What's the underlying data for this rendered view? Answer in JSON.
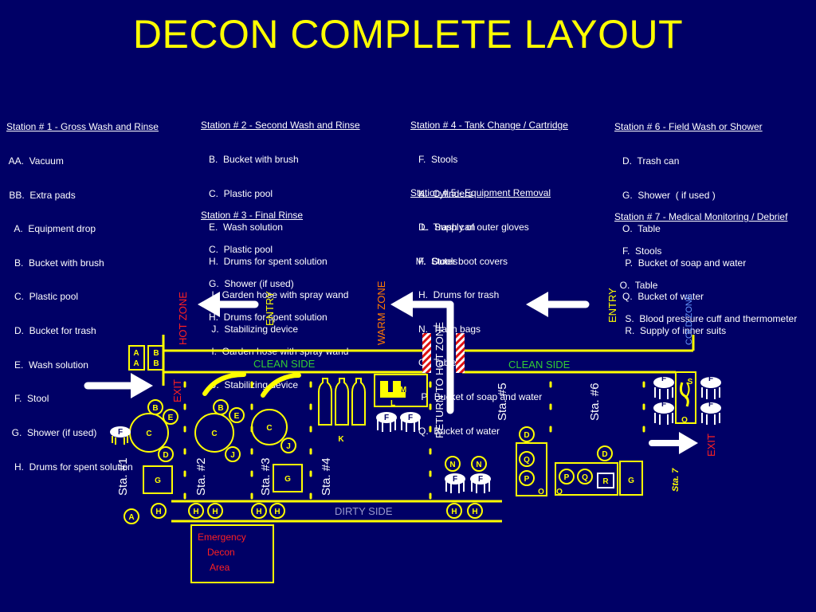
{
  "title": "DECON COMPLETE LAYOUT",
  "stations": [
    {
      "heading": "Station # 1 - Gross Wash and Rinse",
      "items": [
        " AA.  Vacuum",
        " BB.  Extra pads",
        "   A.  Equipment drop",
        "   B.  Bucket with brush",
        "   C.  Plastic pool",
        "   D.  Bucket for trash",
        "   E.  Wash solution",
        "   F.  Stool",
        "  G.  Shower (if used)",
        "   H.  Drums for spent solution"
      ]
    },
    {
      "heading": "Station # 2 - Second Wash and Rinse",
      "items": [
        "   B.  Bucket with brush",
        "   C.  Plastic pool",
        "   E.  Wash solution",
        "   H.  Drums for spent solution",
        "    I.  Garden hose with spray wand",
        "    J.  Stabilizing device"
      ]
    },
    {
      "heading": "Station # 3 - Final Rinse",
      "items": [
        "   C.  Plastic pool",
        "   G.  Shower (if used)",
        "   H.  Drums for spent solution",
        "    I.  Garden hose with spray wand",
        "    J.  Stabilizing device"
      ]
    },
    {
      "heading": "Station # 4 - Tank Change / Cartridge",
      "items": [
        "   F.  Stools",
        "   K.  Cylinders",
        "    L.  Supply of outer gloves",
        "  M.  Outer boot covers"
      ]
    },
    {
      "heading": "Station # 5 - Equipment Removal",
      "items": [
        "   D.  Trash can",
        "   F.  Stools",
        "   H.  Drums for trash",
        "   N.  Trash bags",
        "   O.  Table",
        "    P.  Bucket of soap and water",
        "   Q.  Bucket of water"
      ]
    },
    {
      "heading": "Station # 6 - Field Wash or Shower",
      "items": [
        "   D.  Trash can",
        "   G.  Shower  ( if used )",
        "   O.  Table",
        "    P.  Bucket of soap and water",
        "   Q.  Bucket of water",
        "    R.  Supply of inner suits"
      ]
    },
    {
      "heading": "Station # 7 - Medical Monitoring / Debrief",
      "items": [
        "   F.  Stools",
        "  O.  Table",
        "    S.  Blood pressure cuff and thermometer"
      ]
    }
  ],
  "zones": {
    "hot_zone": "HOT ZONE",
    "warm_zone": "WARM ZONE",
    "cold_zone": "COLD ZONE",
    "entry_left": "ENTRY",
    "entry_right": "ENTRY",
    "return_to_hot_zone": "RETURN TO HOT ZONE",
    "exit_left": "EXIT",
    "exit_right": "EXIT",
    "clean_side_left": "CLEAN SIDE",
    "clean_side_right": "CLEAN SIDE",
    "dirty_side": "DIRTY SIDE",
    "emergency_decon": [
      "Emergency",
      "Decon",
      "Area"
    ]
  },
  "station_labels": {
    "sta1": "Sta. #1",
    "sta2": "Sta. #2",
    "sta3": "Sta. #3",
    "sta4": "Sta. #4",
    "sta5": "Sta. #5",
    "sta6": "Sta. #6",
    "sta7": "Sta. 7"
  },
  "item_letters": {
    "A": "A",
    "B": "B",
    "C": "C",
    "D": "D",
    "E": "E",
    "F": "F",
    "G": "G",
    "H": "H",
    "J": "J",
    "K": "K",
    "L": "L",
    "M": "M",
    "N": "N",
    "O": "O",
    "P": "P",
    "Q": "Q",
    "R": "R",
    "S": "S"
  },
  "colors": {
    "background": "#000066",
    "title": "#ffff00",
    "hot": "#ff2020",
    "warm": "#ff7a00",
    "clean": "#33cc33",
    "cold": "#6699ff",
    "dirty": "#9999cc",
    "structure": "#ffff00"
  }
}
